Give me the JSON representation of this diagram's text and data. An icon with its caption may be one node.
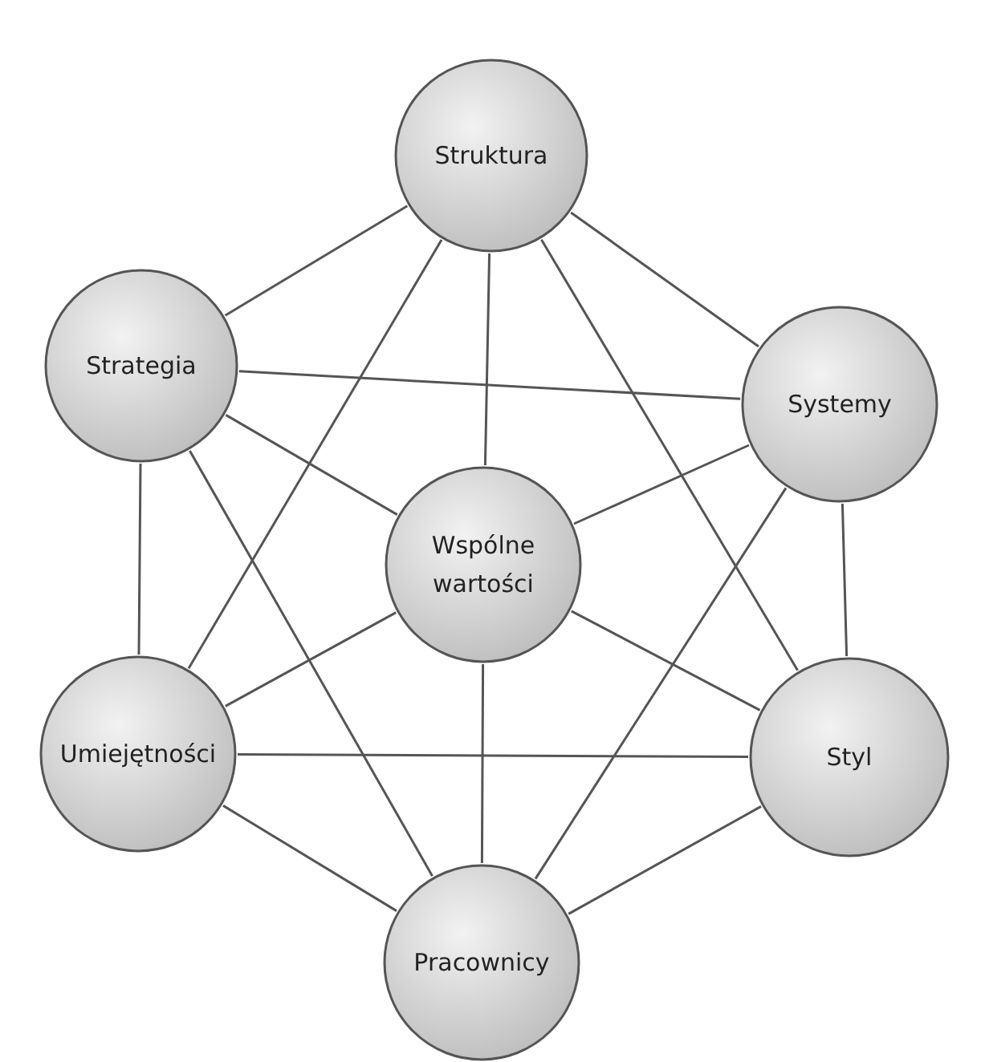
{
  "diagram": {
    "nodes": [
      {
        "text": [
          "Struktura"
        ]
      },
      {
        "text": [
          "Strategia"
        ]
      },
      {
        "text": [
          "Systemy"
        ]
      },
      {
        "text": [
          "Wspólne wartości"
        ]
      },
      {
        "text": [
          "Umiejętności"
        ]
      },
      {
        "text": [
          "Styl"
        ]
      },
      {
        "text": [
          "Pracownicy"
        ]
      }
    ],
    "edges": [
      {
        "from": 0,
        "to": 1,
        "arrow": "none"
      },
      {
        "from": 0,
        "to": 2,
        "arrow": "none"
      },
      {
        "from": 0,
        "to": 3,
        "arrow": "none"
      },
      {
        "from": 0,
        "to": 4,
        "arrow": "none"
      },
      {
        "from": 0,
        "to": 5,
        "arrow": "none"
      },
      {
        "from": 1,
        "to": 2,
        "arrow": "none"
      },
      {
        "from": 1,
        "to": 3,
        "arrow": "none"
      },
      {
        "from": 1,
        "to": 4,
        "arrow": "none"
      },
      {
        "from": 1,
        "to": 6,
        "arrow": "none"
      },
      {
        "from": 2,
        "to": 3,
        "arrow": "none"
      },
      {
        "from": 2,
        "to": 5,
        "arrow": "none"
      },
      {
        "from": 2,
        "to": 6,
        "arrow": "none"
      },
      {
        "from": 3,
        "to": 4,
        "arrow": "none"
      },
      {
        "from": 3,
        "to": 5,
        "arrow": "none"
      },
      {
        "from": 3,
        "to": 6,
        "arrow": "none"
      },
      {
        "from": 4,
        "to": 5,
        "arrow": "none"
      },
      {
        "from": 4,
        "to": 6,
        "arrow": "none"
      },
      {
        "from": 5,
        "to": 6,
        "arrow": "none"
      }
    ]
  }
}
